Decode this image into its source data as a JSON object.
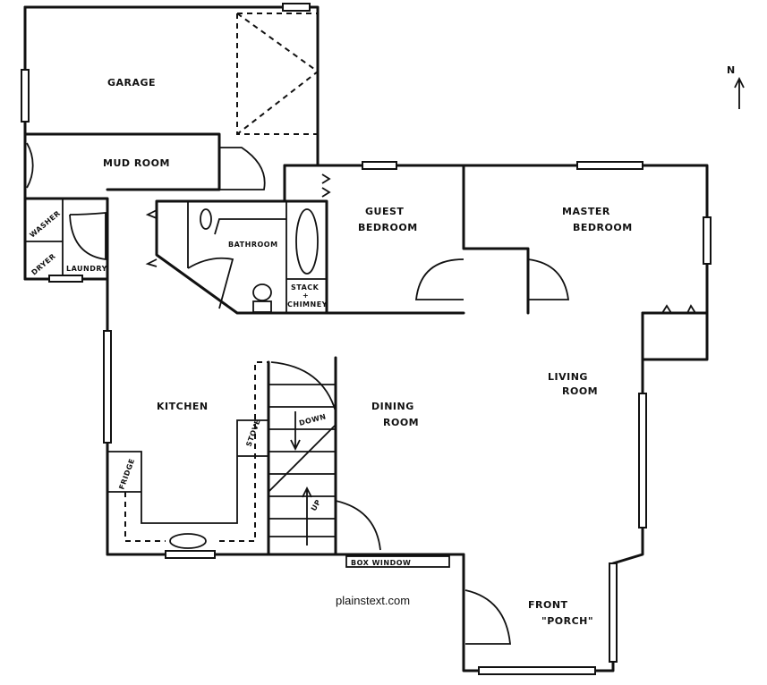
{
  "rooms": {
    "garage": "GARAGE",
    "mud_room": "MUD ROOM",
    "washer": "WASHER",
    "dryer": "DRYER",
    "laundry": "LAUNDRY",
    "bathroom": "BATHROOM",
    "stack_line1": "STACK",
    "stack_line2": "+",
    "stack_line3": "CHIMNEY",
    "guest_line1": "GUEST",
    "guest_line2": "BEDROOM",
    "master_line1": "MASTER",
    "master_line2": "BEDROOM",
    "living_line1": "LIVING",
    "living_line2": "ROOM",
    "kitchen": "KITCHEN",
    "dining_line1": "DINING",
    "dining_line2": "ROOM",
    "stove": "STOVE",
    "fridge": "FRIDGE",
    "down": "DOWN",
    "up": "UP",
    "box_window": "BOX WINDOW",
    "porch_line1": "FRONT",
    "porch_line2": "\"PORCH\""
  },
  "compass": "N",
  "watermark": "plainstext.com"
}
